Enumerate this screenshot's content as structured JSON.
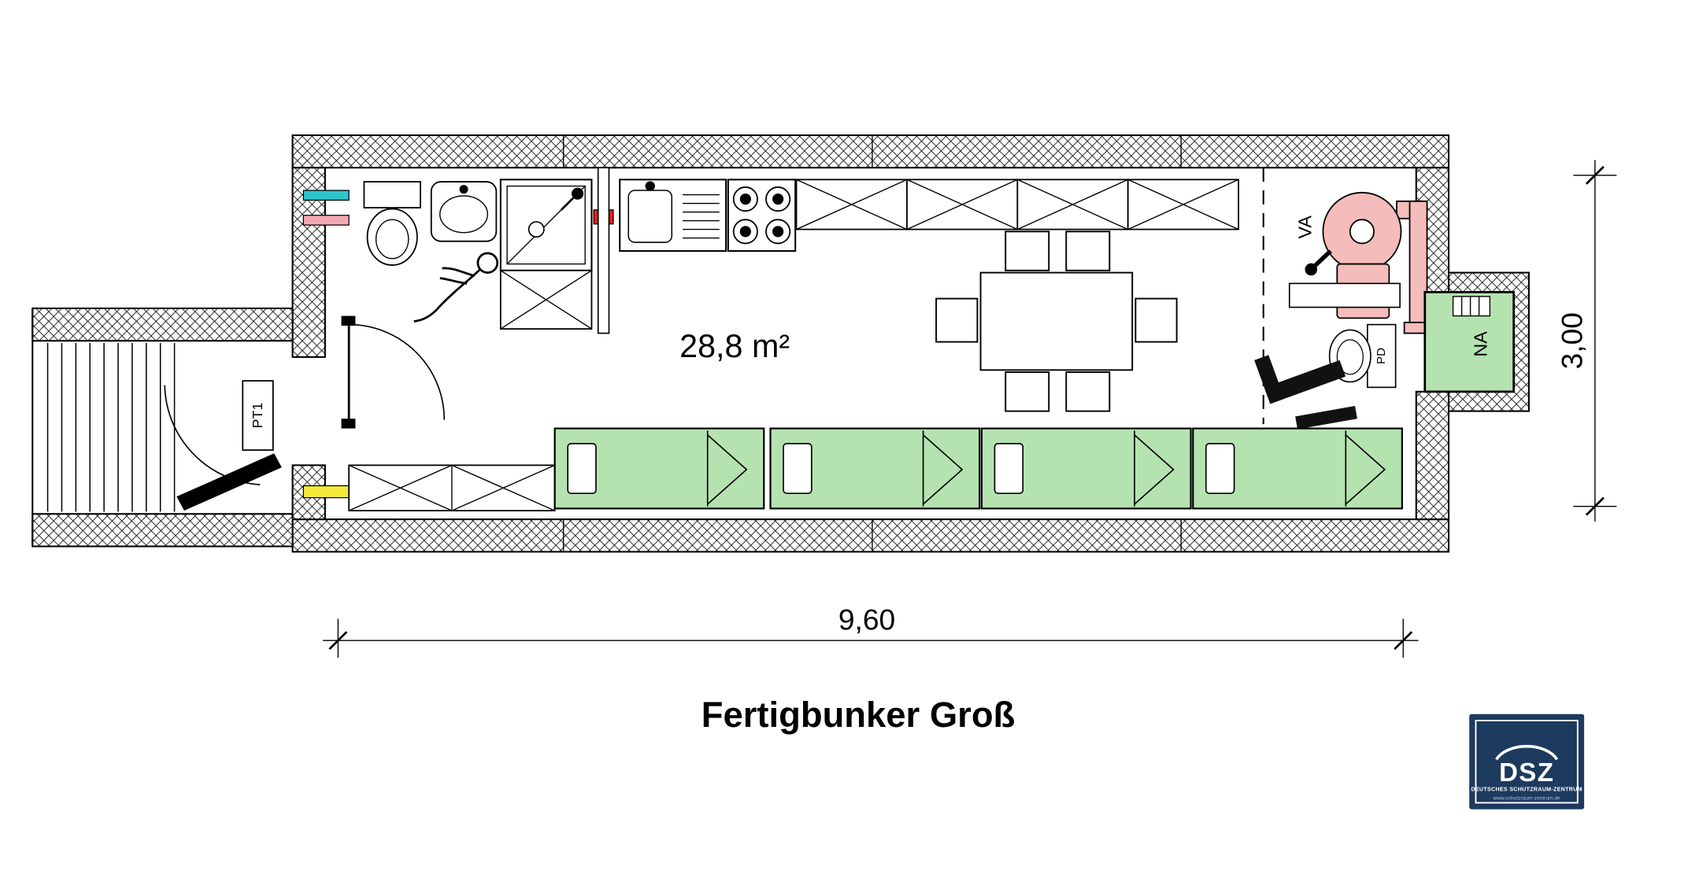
{
  "plan": {
    "title": "Fertigbunker Groß",
    "area_label": "28,8 m²",
    "door_label": "PT1",
    "ventilation_label": "VA",
    "pressure_valve_label": "PD",
    "emergency_exit_label": "NA",
    "width_dimension": "9,60",
    "height_dimension": "3,00"
  },
  "logo": {
    "abbr": "DSZ",
    "name": "DEUTSCHES SCHUTZRAUM-ZENTRUM",
    "url": "www.schutzraum-zentrum.de"
  },
  "colors": {
    "bed_green": "#b5e3b0",
    "equipment_pink": "#f4bcba",
    "marker_cyan": "#2ec4cc",
    "marker_pink": "#f2a9b4",
    "marker_red": "#ee1c1c",
    "marker_yellow": "#f2e93a",
    "logo_navy": "#1d3a5f"
  }
}
